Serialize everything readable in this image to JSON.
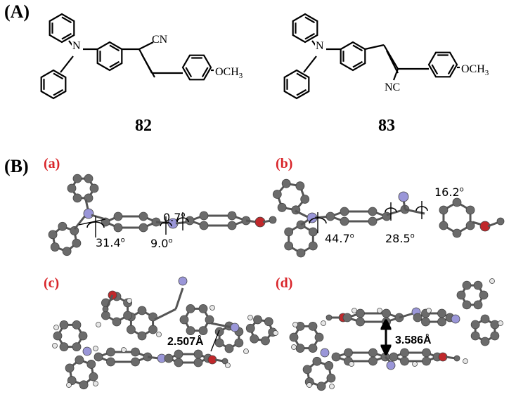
{
  "panel_labels": {
    "A": "(A)",
    "B": "(B)"
  },
  "sub_labels": {
    "a": "(a)",
    "b": "(b)",
    "c": "(c)",
    "d": "(d)"
  },
  "compounds": {
    "c82": "82",
    "c83": "83"
  },
  "atom_labels": {
    "cn_82": "CN",
    "ome_82": "OCH",
    "ome_82_sub": "3",
    "n_82": "N",
    "nc_83": "NC",
    "ome_83": "OCH",
    "ome_83_sub": "3",
    "n_83": "N"
  },
  "angles": {
    "a_07": "0.7",
    "a_314": "31.4",
    "a_90": "9.0",
    "b_162": "16.2",
    "b_447": "44.7",
    "b_285": "28.5",
    "deg": "o"
  },
  "distances": {
    "c": "2.507Å",
    "d": "3.586Å"
  },
  "colors": {
    "carbon": "#6b6b6b",
    "nitrogen": "#9a96d8",
    "oxygen": "#c0282b",
    "hydrogen": "#e6e6e6",
    "label_red": "#d9252a"
  }
}
